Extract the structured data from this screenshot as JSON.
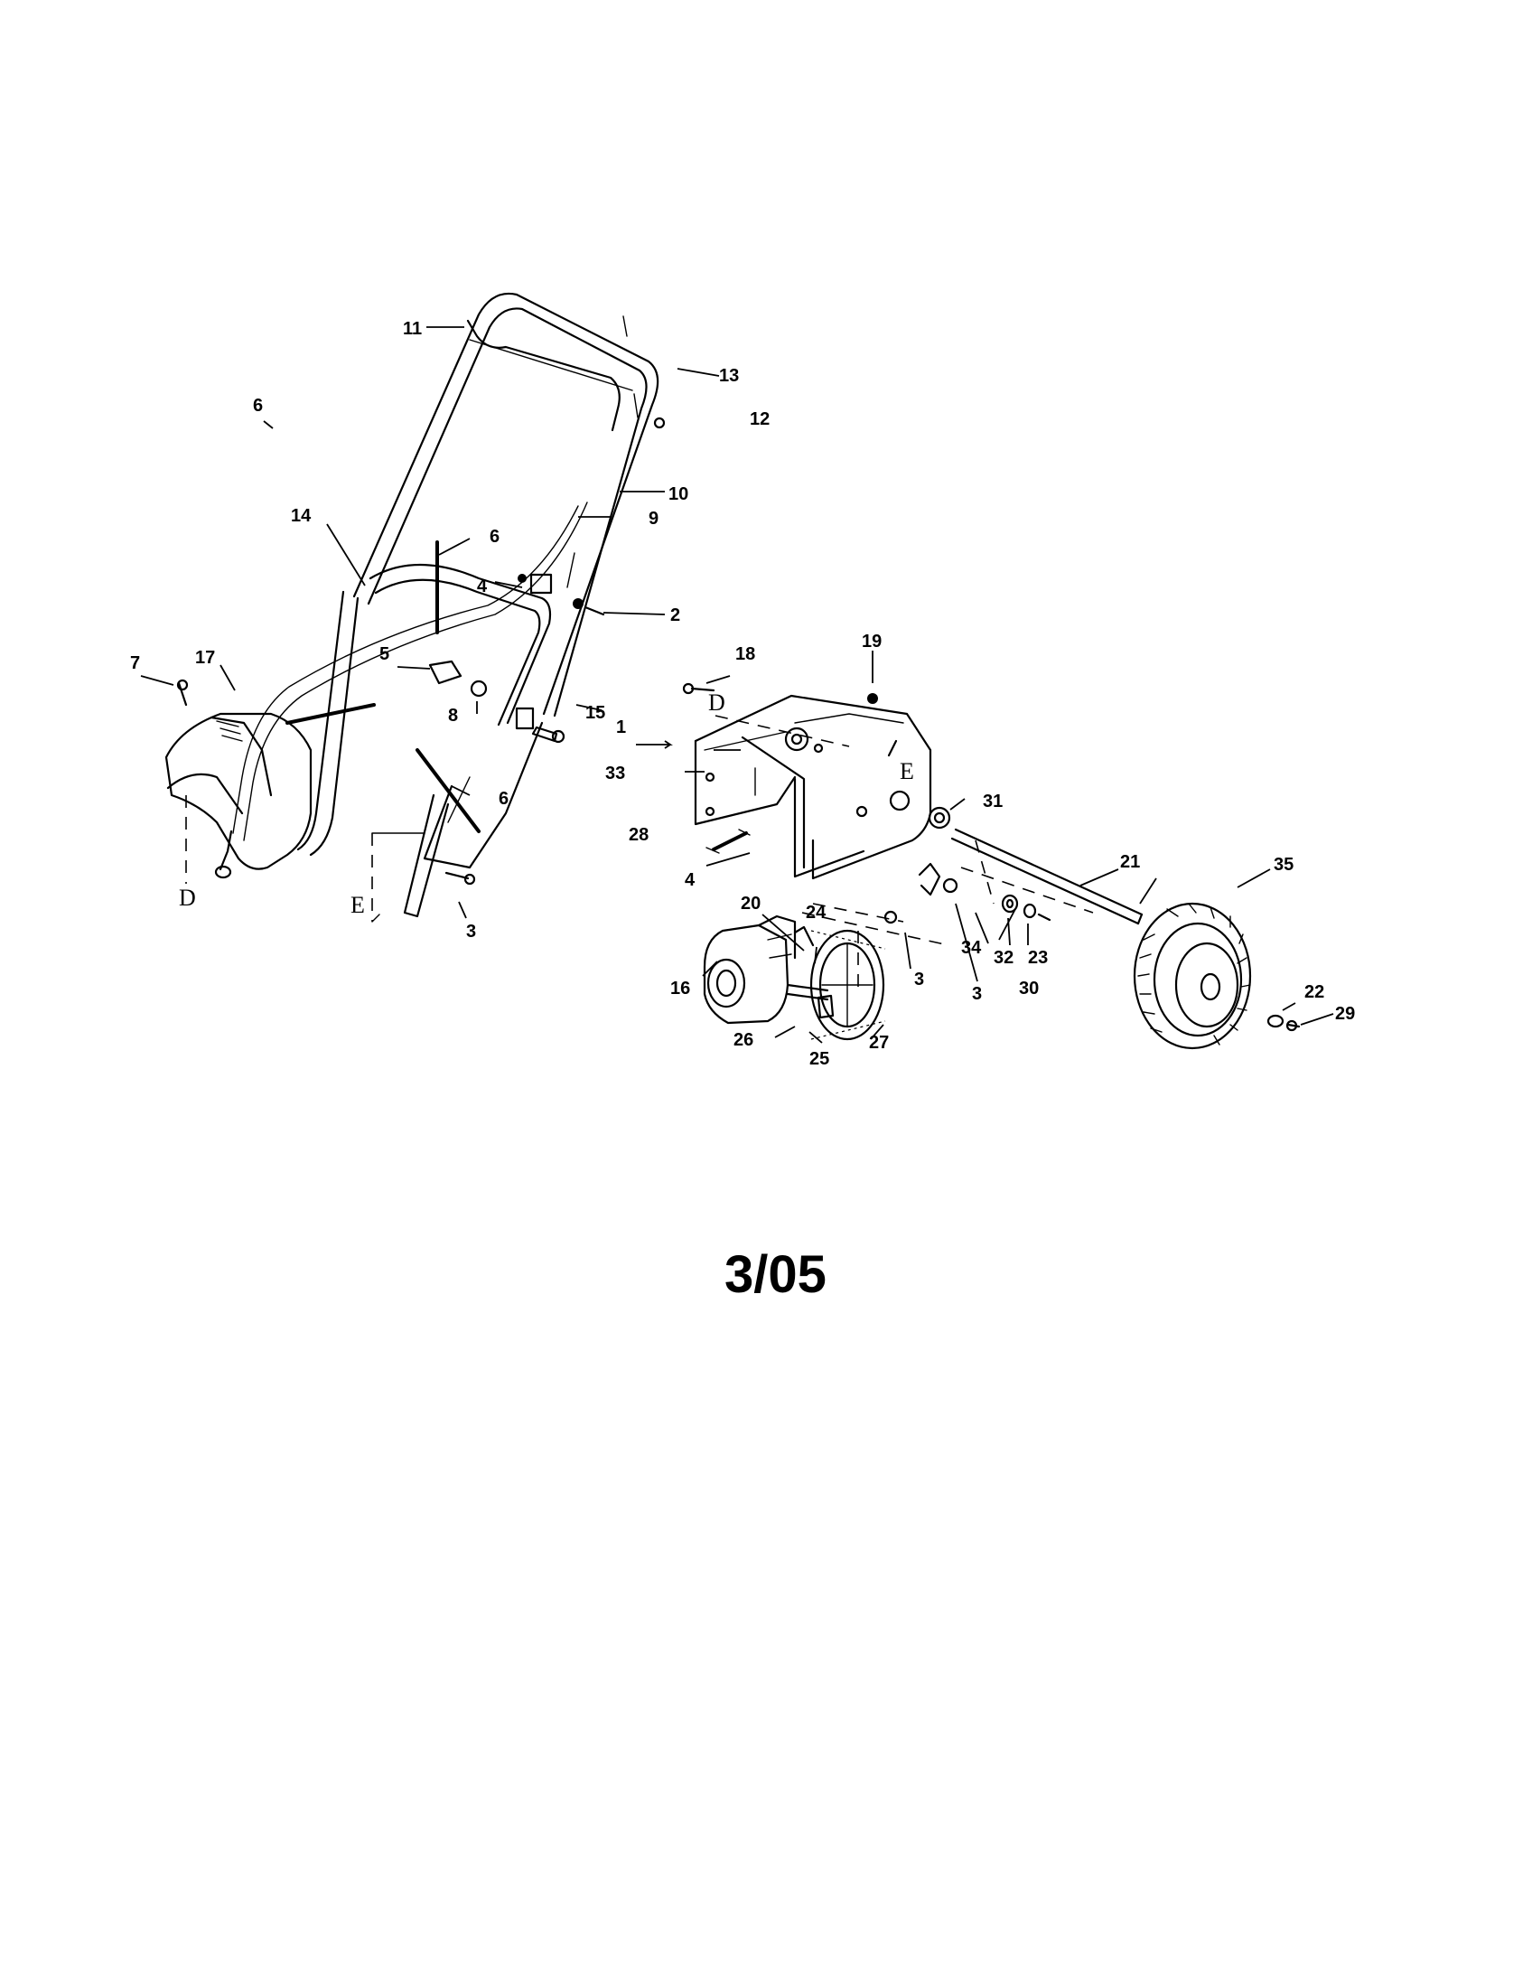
{
  "callouts": {
    "c1": "1",
    "c2": "2",
    "c3a": "3",
    "c3b": "3",
    "c3c": "3",
    "c4a": "4",
    "c4b": "4",
    "c5": "5",
    "c6a": "6",
    "c6b": "6",
    "c6c": "6",
    "c7": "7",
    "c8": "8",
    "c9": "9",
    "c10": "10",
    "c11": "11",
    "c12": "12",
    "c13": "13",
    "c14": "14",
    "c15": "15",
    "c16": "16",
    "c17": "17",
    "c18": "18",
    "c19": "19",
    "c20": "20",
    "c21": "21",
    "c22": "22",
    "c23": "23",
    "c24": "24",
    "c25": "25",
    "c26": "26",
    "c27": "27",
    "c28": "28",
    "c29": "29",
    "c30": "30",
    "c31": "31",
    "c32": "32",
    "c33": "33",
    "c34": "34",
    "c35": "35"
  },
  "refs": {
    "d_left": "D",
    "e_left": "E",
    "d_right": "D",
    "e_right": "E"
  },
  "date_code": "3/05"
}
